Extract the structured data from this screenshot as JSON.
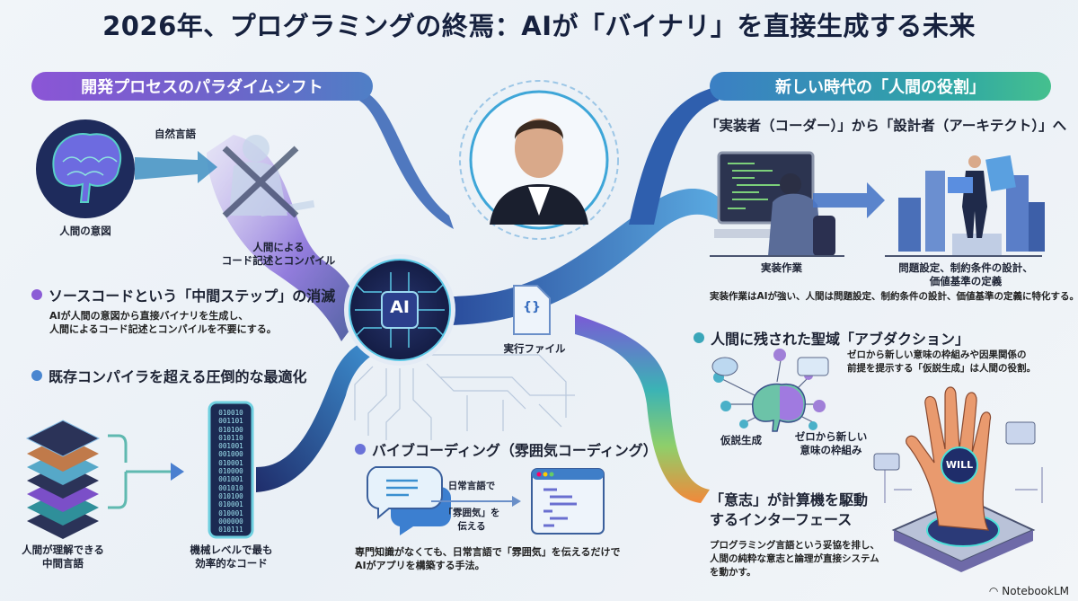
{
  "title": "2026年、プログラミングの終焉：AIが「バイナリ」を直接生成する未来",
  "left_banner": "開発プロセスのパラダイムシフト",
  "right_banner": "新しい時代の「人間の役割」",
  "paradigm": {
    "natural_language_label": "自然言語",
    "intent_label": "人間の意図",
    "human_coding_label": [
      "人間による",
      "コード記述とコンパイル"
    ]
  },
  "sections": {
    "source_code": {
      "heading": "ソースコードという「中間ステップ」の消滅",
      "desc": [
        "AIが人間の意図から直接バイナリを生成し、",
        "人間によるコード記述とコンパイルを不要にする。"
      ],
      "color": "#8b5cd6"
    },
    "compiler": {
      "heading": "既存コンパイラを超える圧倒的な最適化",
      "stack_label": [
        "人間が理解できる",
        "中間言語"
      ],
      "binary_label": [
        "機械レベルで最も",
        "効率的なコード"
      ],
      "binary_rows": [
        "010010",
        "001101",
        "010100",
        "010110",
        "001001",
        "001000",
        "010001",
        "010000",
        "001001",
        "001010",
        "010100",
        "010001",
        "010001",
        "000000",
        "010111"
      ],
      "color": "#4a86d0"
    },
    "vibe": {
      "heading": "バイブコーディング（雰囲気コーディング）",
      "arrow_label": [
        "日常言語で",
        "「雰囲気」を",
        "伝える"
      ],
      "desc": [
        "専門知識がなくても、日常言語で「雰囲気」を伝えるだけで",
        "AIがアプリを構築する手法。"
      ],
      "color": "#6a72d8"
    }
  },
  "center": {
    "ai_label": "AI",
    "file_glyph": "{}",
    "file_label": "実行ファイル"
  },
  "roles": {
    "heading": "「実装者（コーダー）」から「設計者（アーキテクト）」へ",
    "coder_label": "実装作業",
    "architect_label": [
      "問題設定、制約条件の設計、",
      "価値基準の定義"
    ],
    "summary": "実装作業はAIが強い、人間は問題設定、制約条件の設計、価値基準の定義に特化する。"
  },
  "abduction": {
    "heading": "人間に残された聖域「アブダクション」",
    "desc": [
      "ゼロから新しい意味の枠組みや因果関係の",
      "前提を提示する「仮説生成」は人間の役割。"
    ],
    "hypothesis_label": "仮説生成",
    "framework_label": [
      "ゼロから新しい",
      "意味の枠組み"
    ],
    "color": "#3aa6b9"
  },
  "will": {
    "heading": [
      "「意志」が計算機を駆動",
      "するインターフェース"
    ],
    "desc": [
      "プログラミング言語という妥協を排し、",
      "人間の純粋な意志と論理が直接システム",
      "を動かす。"
    ],
    "badge": "WILL",
    "color": "#f28a3a"
  },
  "brand": "NotebookLM"
}
